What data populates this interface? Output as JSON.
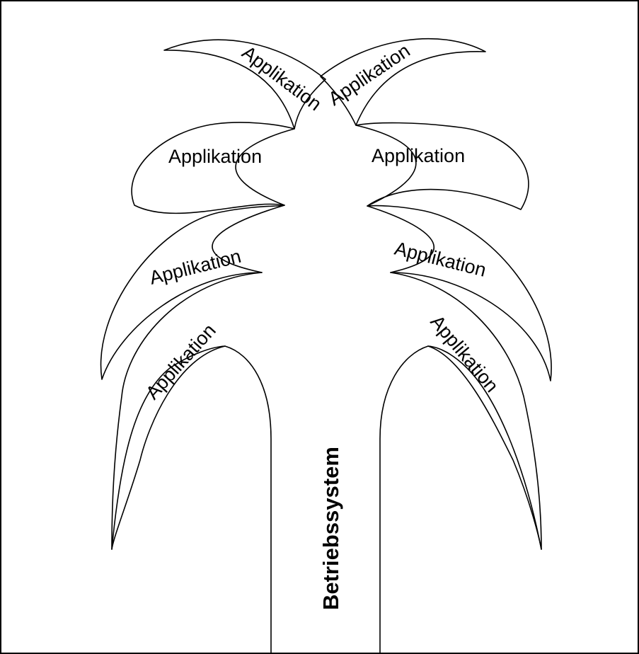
{
  "diagram": {
    "leaf_label": "Applikation",
    "leaves": [
      {
        "id": "top-left",
        "label": "Applikation"
      },
      {
        "id": "top-right",
        "label": "Applikation"
      },
      {
        "id": "upper-left",
        "label": "Applikation"
      },
      {
        "id": "upper-right",
        "label": "Applikation"
      },
      {
        "id": "middle-left",
        "label": "Applikation"
      },
      {
        "id": "middle-right",
        "label": "Applikation"
      },
      {
        "id": "lower-left",
        "label": "Applikation"
      },
      {
        "id": "lower-right",
        "label": "Applikation"
      }
    ],
    "trunk_label": "Betriebssystem"
  },
  "colors": {
    "stroke": "#000000",
    "background": "#ffffff"
  }
}
